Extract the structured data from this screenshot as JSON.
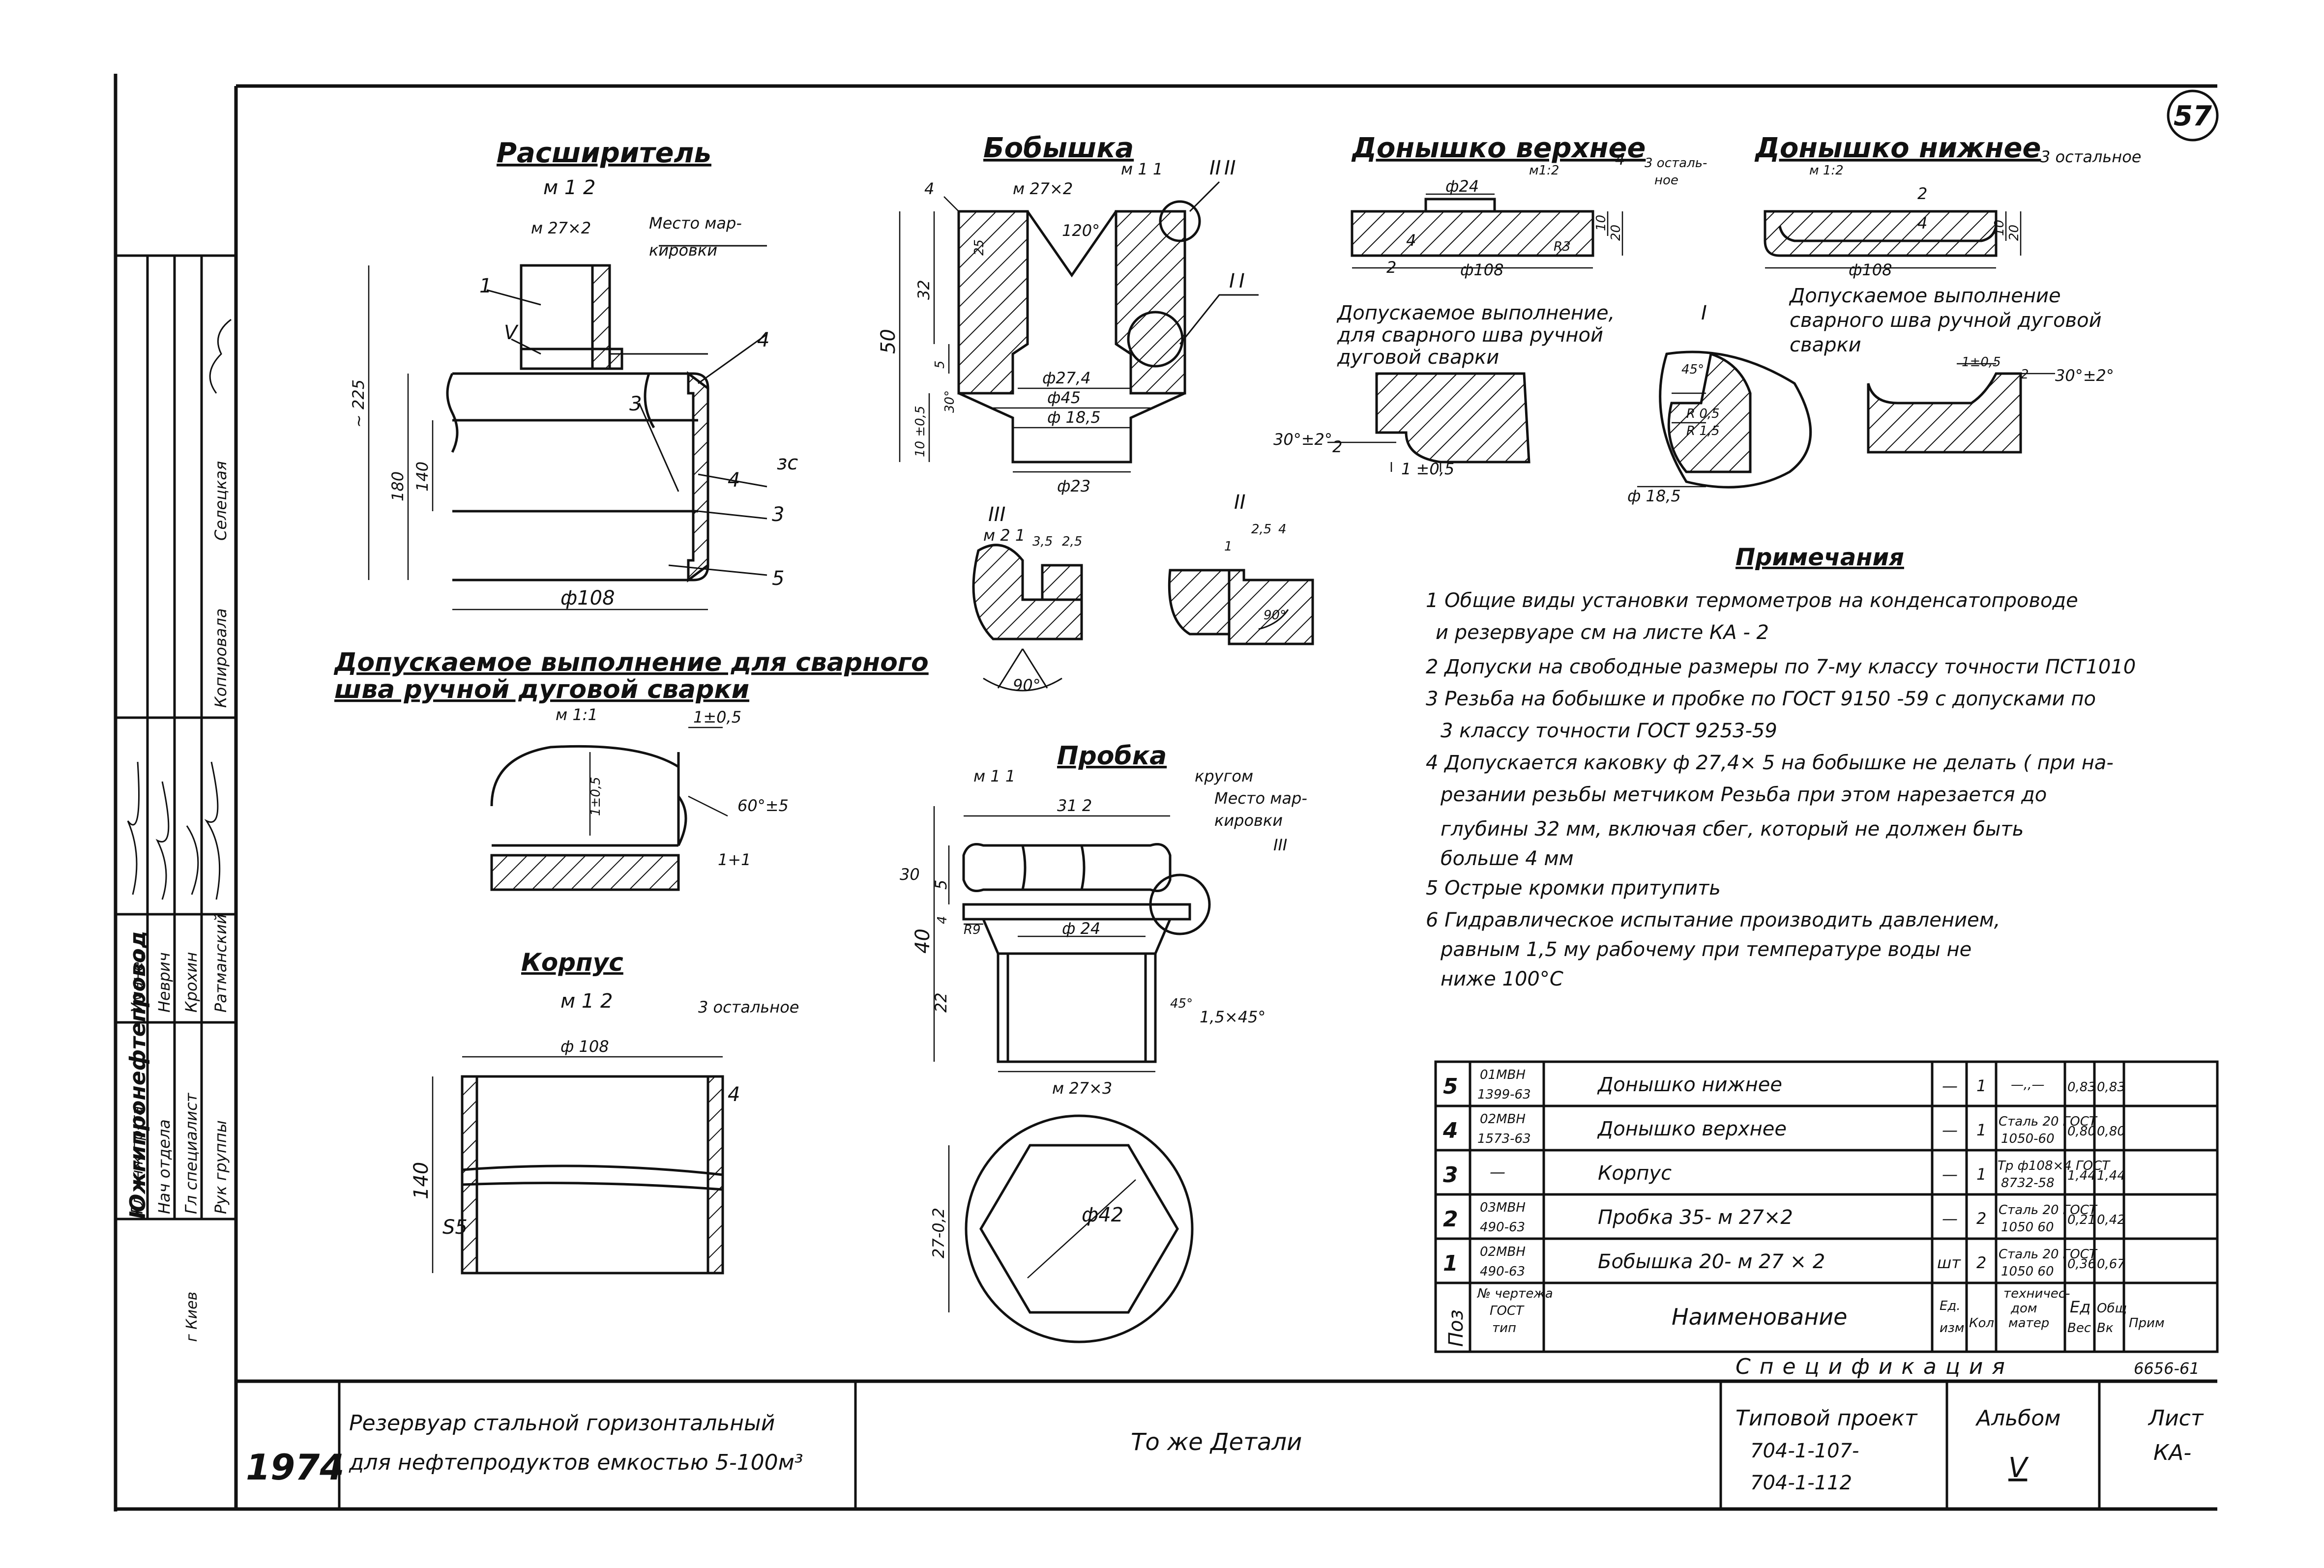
{
  "sheet_number": "57",
  "views": {
    "expander": {
      "title": "Расширитель",
      "scale": "м 1 2",
      "thread": "м 27×2",
      "mark_place_1": "Место мар-",
      "mark_place_2": "кировки",
      "dims": [
        "~ 225",
        "180",
        "140",
        "ф108",
        "зс"
      ],
      "leaders": [
        "1",
        "V",
        "3",
        "4",
        "4",
        "3",
        "5"
      ]
    },
    "boss": {
      "title": "Бобышка",
      "scale": "м 1 1",
      "roughness": "4",
      "thread": "м 27×2",
      "angle": "120°",
      "dims": [
        "50",
        "32",
        "25",
        "5",
        "10 ±0,5",
        "30°",
        "ф27,4",
        "ф45",
        "ф 18,5",
        "ф23"
      ],
      "callouts": [
        "II",
        "I"
      ]
    },
    "top_bottom": {
      "title": "Донышко верхнее",
      "scale": "м1:2",
      "roughness": "4",
      "rough_rest_1": "3 осталь-",
      "rough_rest_2": "ное",
      "dims": [
        "ф24",
        "ф108",
        "10",
        "20",
        "R3",
        "4",
        "2"
      ]
    },
    "lower_bottom": {
      "title": "Донышко нижнее",
      "scale": "м 1:2",
      "rough_rest": "3 остальное",
      "dims": [
        "ф108",
        "10",
        "20",
        "2",
        "4"
      ]
    },
    "weld_top": {
      "line1": "Допускаемое выполнение,",
      "line2": "для сварного шва ручной",
      "line3": "дуговой сварки",
      "dims": [
        "30°±2°",
        "1 ±0,5",
        "2"
      ]
    },
    "detail_one": {
      "label": "I",
      "dims": [
        "45°",
        "R 0,5",
        "R 1,5",
        "ф 18,5"
      ]
    },
    "weld_lower": {
      "line1": "Допускаемое выполнение",
      "line2": "сварного шва ручной дуговой",
      "line3": "сварки",
      "dims": [
        "1±0,5",
        "2",
        "30°±2°"
      ]
    },
    "detail_three": {
      "label": "III",
      "scale": "м 2 1",
      "dims": [
        "3,5",
        "2,5",
        "90°"
      ]
    },
    "detail_two": {
      "label": "II",
      "dims": [
        "1",
        "2,5",
        "4",
        "90°"
      ]
    },
    "weld_main": {
      "line1": "Допускаемое выполнение для сварного",
      "line2": "шва ручной дуговой сварки",
      "scale": "м 1:1",
      "dims": [
        "1±0,5",
        "1±0,5",
        "60°±5",
        "1+1"
      ]
    },
    "plug": {
      "title": "Пробка",
      "scale": "м 1 1",
      "surface": "кругом",
      "mark_place_1": "Место мар-",
      "mark_place_2": "кировки",
      "callout": "III",
      "dims": [
        "31 2",
        "30",
        "5",
        "4",
        "40",
        "22",
        "R9",
        "ф 24",
        "45°",
        "1,5×45°",
        "м 27×3",
        "ф42",
        "27-0,2"
      ]
    },
    "body": {
      "title": "Корпус",
      "scale": "м 1 2",
      "rough_rest": "3 остальное",
      "dims": [
        "ф 108",
        "140",
        "S5",
        "4"
      ]
    }
  },
  "notes": {
    "title": "Примечания",
    "lines": [
      "1 Общие виды установки термометров на конденсатопроводе",
      "и резервуаре см на листе КА - 2",
      "2 Допуски на свободные размеры по 7-му классу точности ПСТ1010",
      "3 Резьба на бобышке и пробке по ГОСТ 9150 -59 с допусками по",
      "3 классу точности ГОСТ 9253-59",
      "4 Допускается каковку ф 27,4× 5 на бобышке не делать ( при на-",
      "резании резьбы метчиком Резьба при этом нарезается до",
      "глубины 32 мм, включая сбег, который не должен быть",
      "больше 4 мм",
      "5 Острые кромки притупить",
      "6 Гидравлическое испытание производить давлением,",
      "равным 1,5 му рабочему при температуре воды не",
      "ниже 100°С"
    ]
  },
  "spec_table": {
    "title": "Спецификация",
    "rows": [
      {
        "pos": "5",
        "doc1": "01МВН",
        "doc2": "1399-63",
        "name": "Донышко нижнее",
        "unit": "—",
        "qty": "1",
        "mat1": "—,,—",
        "mat2": "",
        "w1": "0,83",
        "w2": "0,83"
      },
      {
        "pos": "4",
        "doc1": "02МВН",
        "doc2": "1573-63",
        "name": "Донышко верхнее",
        "unit": "—",
        "qty": "1",
        "mat1": "Сталь 20 ГОСТ",
        "mat2": "1050-60",
        "w1": "0,80",
        "w2": "0,80"
      },
      {
        "pos": "3",
        "doc1": "—",
        "doc2": "",
        "name": "Корпус",
        "unit": "—",
        "qty": "1",
        "mat1": "Тр ф108×4 ГОСТ",
        "mat2": "8732-58",
        "w1": "1,44",
        "w2": "1,44"
      },
      {
        "pos": "2",
        "doc1": "03МВН",
        "doc2": "490-63",
        "name": "Пробка 35- м 27×2",
        "unit": "—",
        "qty": "2",
        "mat1": "Сталь 20 ГОСТ",
        "mat2": "1050 60",
        "w1": "0,21",
        "w2": "0,42"
      },
      {
        "pos": "1",
        "doc1": "02МВН",
        "doc2": "490-63",
        "name": "Бобышка 20- м 27 × 2",
        "unit": "шт",
        "qty": "2",
        "mat1": "Сталь 20 ГОСТ",
        "mat2": "1050 60",
        "w1": "0,36",
        "w2": "0,67"
      }
    ],
    "header": {
      "pos": "Поз",
      "doc1": "№ чертежа",
      "doc2": "ГОСТ",
      "doc3": "тип",
      "name": "Наименование",
      "unit1": "Ед.",
      "unit2": "изм",
      "qty": "Кол",
      "mat1": "техничес-",
      "mat2": "дом",
      "mat3": "матер",
      "w1": "Ед",
      "w1b": "Вес",
      "w2": "Общ",
      "w2b": "Вк",
      "note": "Прим"
    }
  },
  "title_block": {
    "year": "1974",
    "project_line1": "Резервуар стальной горизонтальный",
    "project_line2": "для нефтепродуктов емкостью 5-100м³",
    "sheet_name": "То же Детали",
    "typical_label": "Типовой проект",
    "typical_1": "704-1-107-",
    "typical_2": "704-1-112",
    "album_label": "Альбом",
    "album": "V",
    "sheet_label": "Лист",
    "sheet_code": "КА-",
    "code": "6656-61"
  },
  "side_block": {
    "org": "Южгипронефтепровод",
    "city": "г Киев",
    "roles": [
      "Гл инж пр-та",
      "Нач отдела",
      "Гл специалист",
      "Рук группы"
    ],
    "names": [
      "Уманец",
      "Неврич",
      "Крохин",
      "Ратманский"
    ],
    "bottom_roles": [
      "Копировала",
      "Селецкая"
    ]
  }
}
